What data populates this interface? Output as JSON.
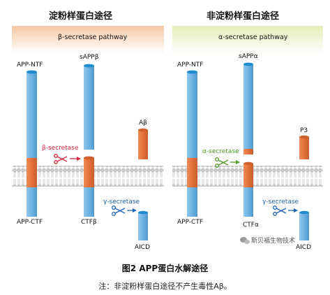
{
  "panels": [
    {
      "title": "淀粉样蛋白途径",
      "pathway_label": "β-secretase pathway",
      "labels": {
        "top_left": "APP-NTF",
        "top_mid": "sAPPβ",
        "bottom_left": "APP-CTF",
        "bottom_mid": "CTFβ",
        "fragment": "Aβ",
        "fragment_bottom": "AICD"
      },
      "enzymes": {
        "upper": "β-secretase",
        "lower": "γ-secretase"
      }
    },
    {
      "title": "非淀粉样蛋白途径",
      "pathway_label": "α-secretase pathway",
      "labels": {
        "top_left": "APP-NTF",
        "top_mid": "sAPPα",
        "bottom_left": "APP-CTF",
        "bottom_mid": "CTFα",
        "fragment": "P3",
        "fragment_bottom": "AICD"
      },
      "enzymes": {
        "upper": "α-secretase",
        "lower": "γ-secretase"
      }
    }
  ],
  "colors": {
    "blue": "#6fb3e2",
    "blue_cap": "#1e8ccd",
    "orange": "#e2713a",
    "beta_enzyme": "#d7263d",
    "alpha_enzyme": "#4f9a2a",
    "gamma_enzyme": "#1f63b0",
    "header_left": "#f6c9a6",
    "header_right": "#e6ecb8"
  },
  "watermark": "斯贝福生物技术",
  "caption": "图2 APP蛋白水解途径",
  "note": "注：非淀粉样蛋白途径不产生毒性Aβ。"
}
